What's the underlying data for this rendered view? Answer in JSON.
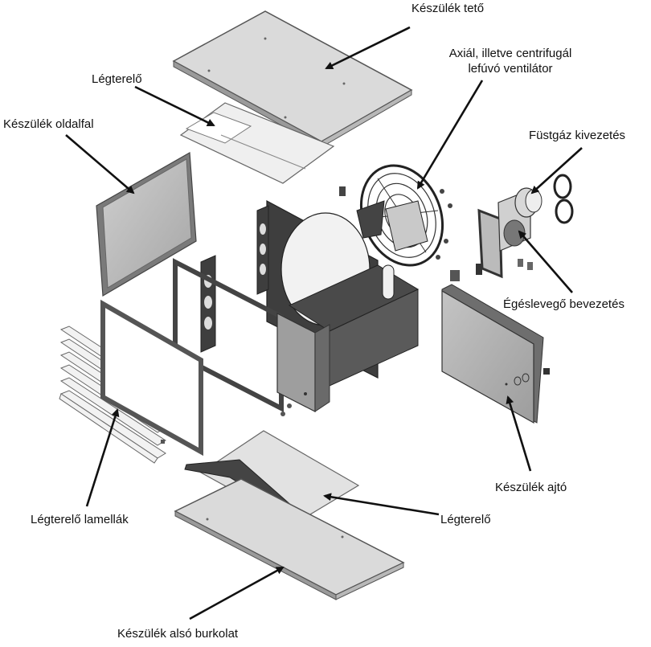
{
  "labels": {
    "top_cover": "Készülék tető",
    "fan_line1": "Axiál, illetve centrifugál",
    "fan_line2": "lefúvó ventilátor",
    "deflector_top": "Légterelő",
    "side_wall": "Készülék oldalfal",
    "flue_outlet": "Füstgáz kivezetés",
    "combustion_air_inlet": "Égéslevegő bevezetés",
    "door": "Készülék ajtó",
    "deflector_bottom": "Légterelő",
    "louvres": "Légterelő lamellák",
    "bottom_cover": "Készülék alsó burkolat"
  },
  "colors": {
    "line": "#111111",
    "panel_fill": "#d6d6d6",
    "panel_edge": "#8a8a8a",
    "dark_metal": "#3a3a3a",
    "light_fill": "#ededed"
  }
}
